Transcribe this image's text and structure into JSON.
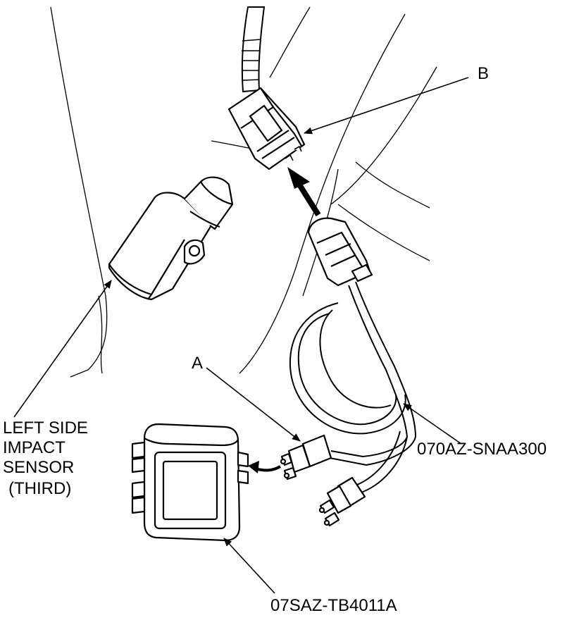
{
  "callouts": {
    "b": "B",
    "a": "A",
    "sensor_line1": "LEFT SIDE",
    "sensor_line2": "IMPACT",
    "sensor_line3": "SENSOR",
    "sensor_line4": "(THIRD)",
    "harness_part": "070AZ-SNAA300",
    "box_part": "07SAZ-TB4011A"
  }
}
